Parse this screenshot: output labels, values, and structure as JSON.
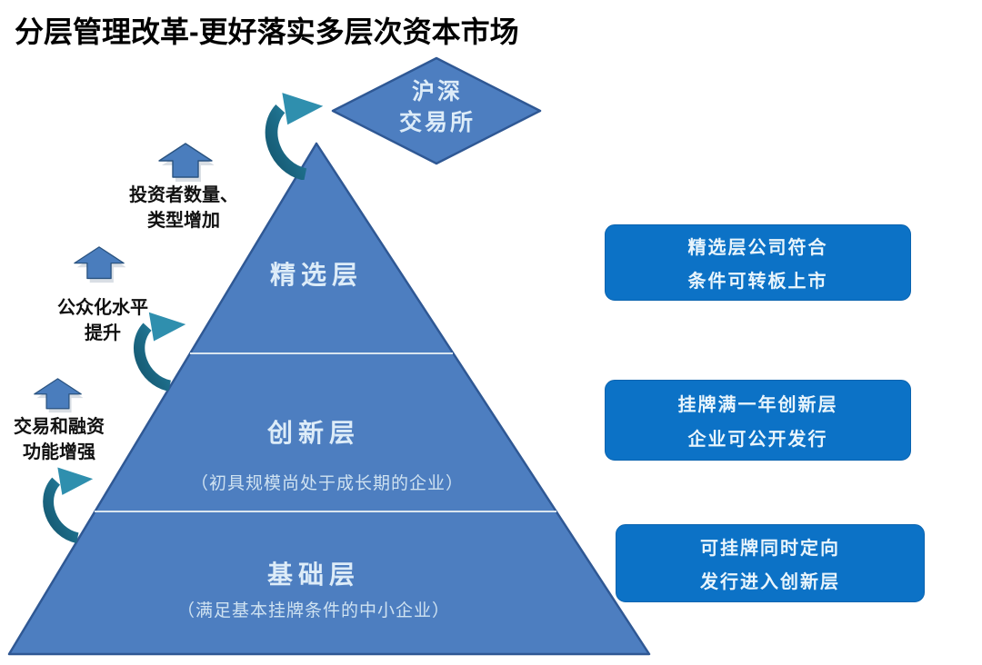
{
  "title": "分层管理改革-更好落实多层次资本市场",
  "colors": {
    "pyramid_fill": "#4d7ec0",
    "pyramid_border": "#2f5894",
    "tier_divider": "#d9e5ef",
    "callout_fill": "#0c72c6",
    "callout_text": "#e9f5fc",
    "block_arrow_fill": "#4a7dbd",
    "curved_arrow_teal": "#2b84a0",
    "title_color": "#000000",
    "tier_text": "#ddecf8"
  },
  "exchange_diamond": {
    "lines": [
      "沪深",
      "交易所"
    ]
  },
  "pyramid": {
    "layers": [
      {
        "name": "精选层",
        "subtitle": ""
      },
      {
        "name": "创新层",
        "subtitle": "（初具规模尚处于成长期的企业）"
      },
      {
        "name": "基础层",
        "subtitle": "（满足基本挂牌条件的中小企业）"
      }
    ]
  },
  "left_annotations": [
    {
      "lines": [
        "投资者数量、",
        "类型增加"
      ]
    },
    {
      "lines": [
        "公众化水平",
        "提升"
      ]
    },
    {
      "lines": [
        "交易和融资",
        "功能增强"
      ]
    }
  ],
  "right_callouts": [
    {
      "lines": [
        "精选层公司符合",
        "条件可转板上市"
      ]
    },
    {
      "lines": [
        "挂牌满一年创新层",
        "企业可公开发行"
      ]
    },
    {
      "lines": [
        "可挂牌同时定向",
        "发行进入创新层"
      ]
    }
  ]
}
